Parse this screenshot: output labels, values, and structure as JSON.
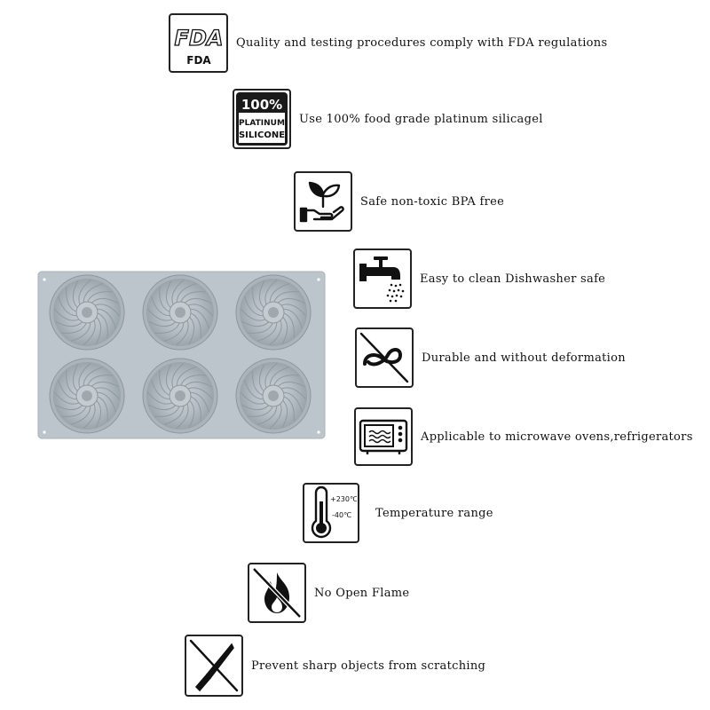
{
  "product": {
    "name": "six-cavity bundt silicone mold",
    "color": "#b8c2c8"
  },
  "badges": {
    "fda_logo_text": "FDA",
    "fda_sub_text": "FDA",
    "silicone_line1": "100%",
    "silicone_line2": "PLATINUM",
    "silicone_line3": "SILICONE",
    "temp_high": "+230℃",
    "temp_low": "-40℃"
  },
  "features": [
    {
      "icon": "fda-icon",
      "label": "Quality and testing procedures comply with FDA regulations"
    },
    {
      "icon": "platinum-silicone-icon",
      "label": "Use 100% food grade platinum silicagel"
    },
    {
      "icon": "leaf-hand-icon",
      "label": "Safe non-toxic BPA free"
    },
    {
      "icon": "faucet-icon",
      "label": "Easy to clean Dishwasher safe"
    },
    {
      "icon": "no-deformation-icon",
      "label": "Durable and without deformation"
    },
    {
      "icon": "microwave-icon",
      "label": "Applicable to microwave ovens,refrigerators"
    },
    {
      "icon": "thermometer-icon",
      "label": "Temperature range"
    },
    {
      "icon": "no-flame-icon",
      "label": "No Open Flame"
    },
    {
      "icon": "no-knife-icon",
      "label": "Prevent sharp objects from scratching"
    }
  ]
}
